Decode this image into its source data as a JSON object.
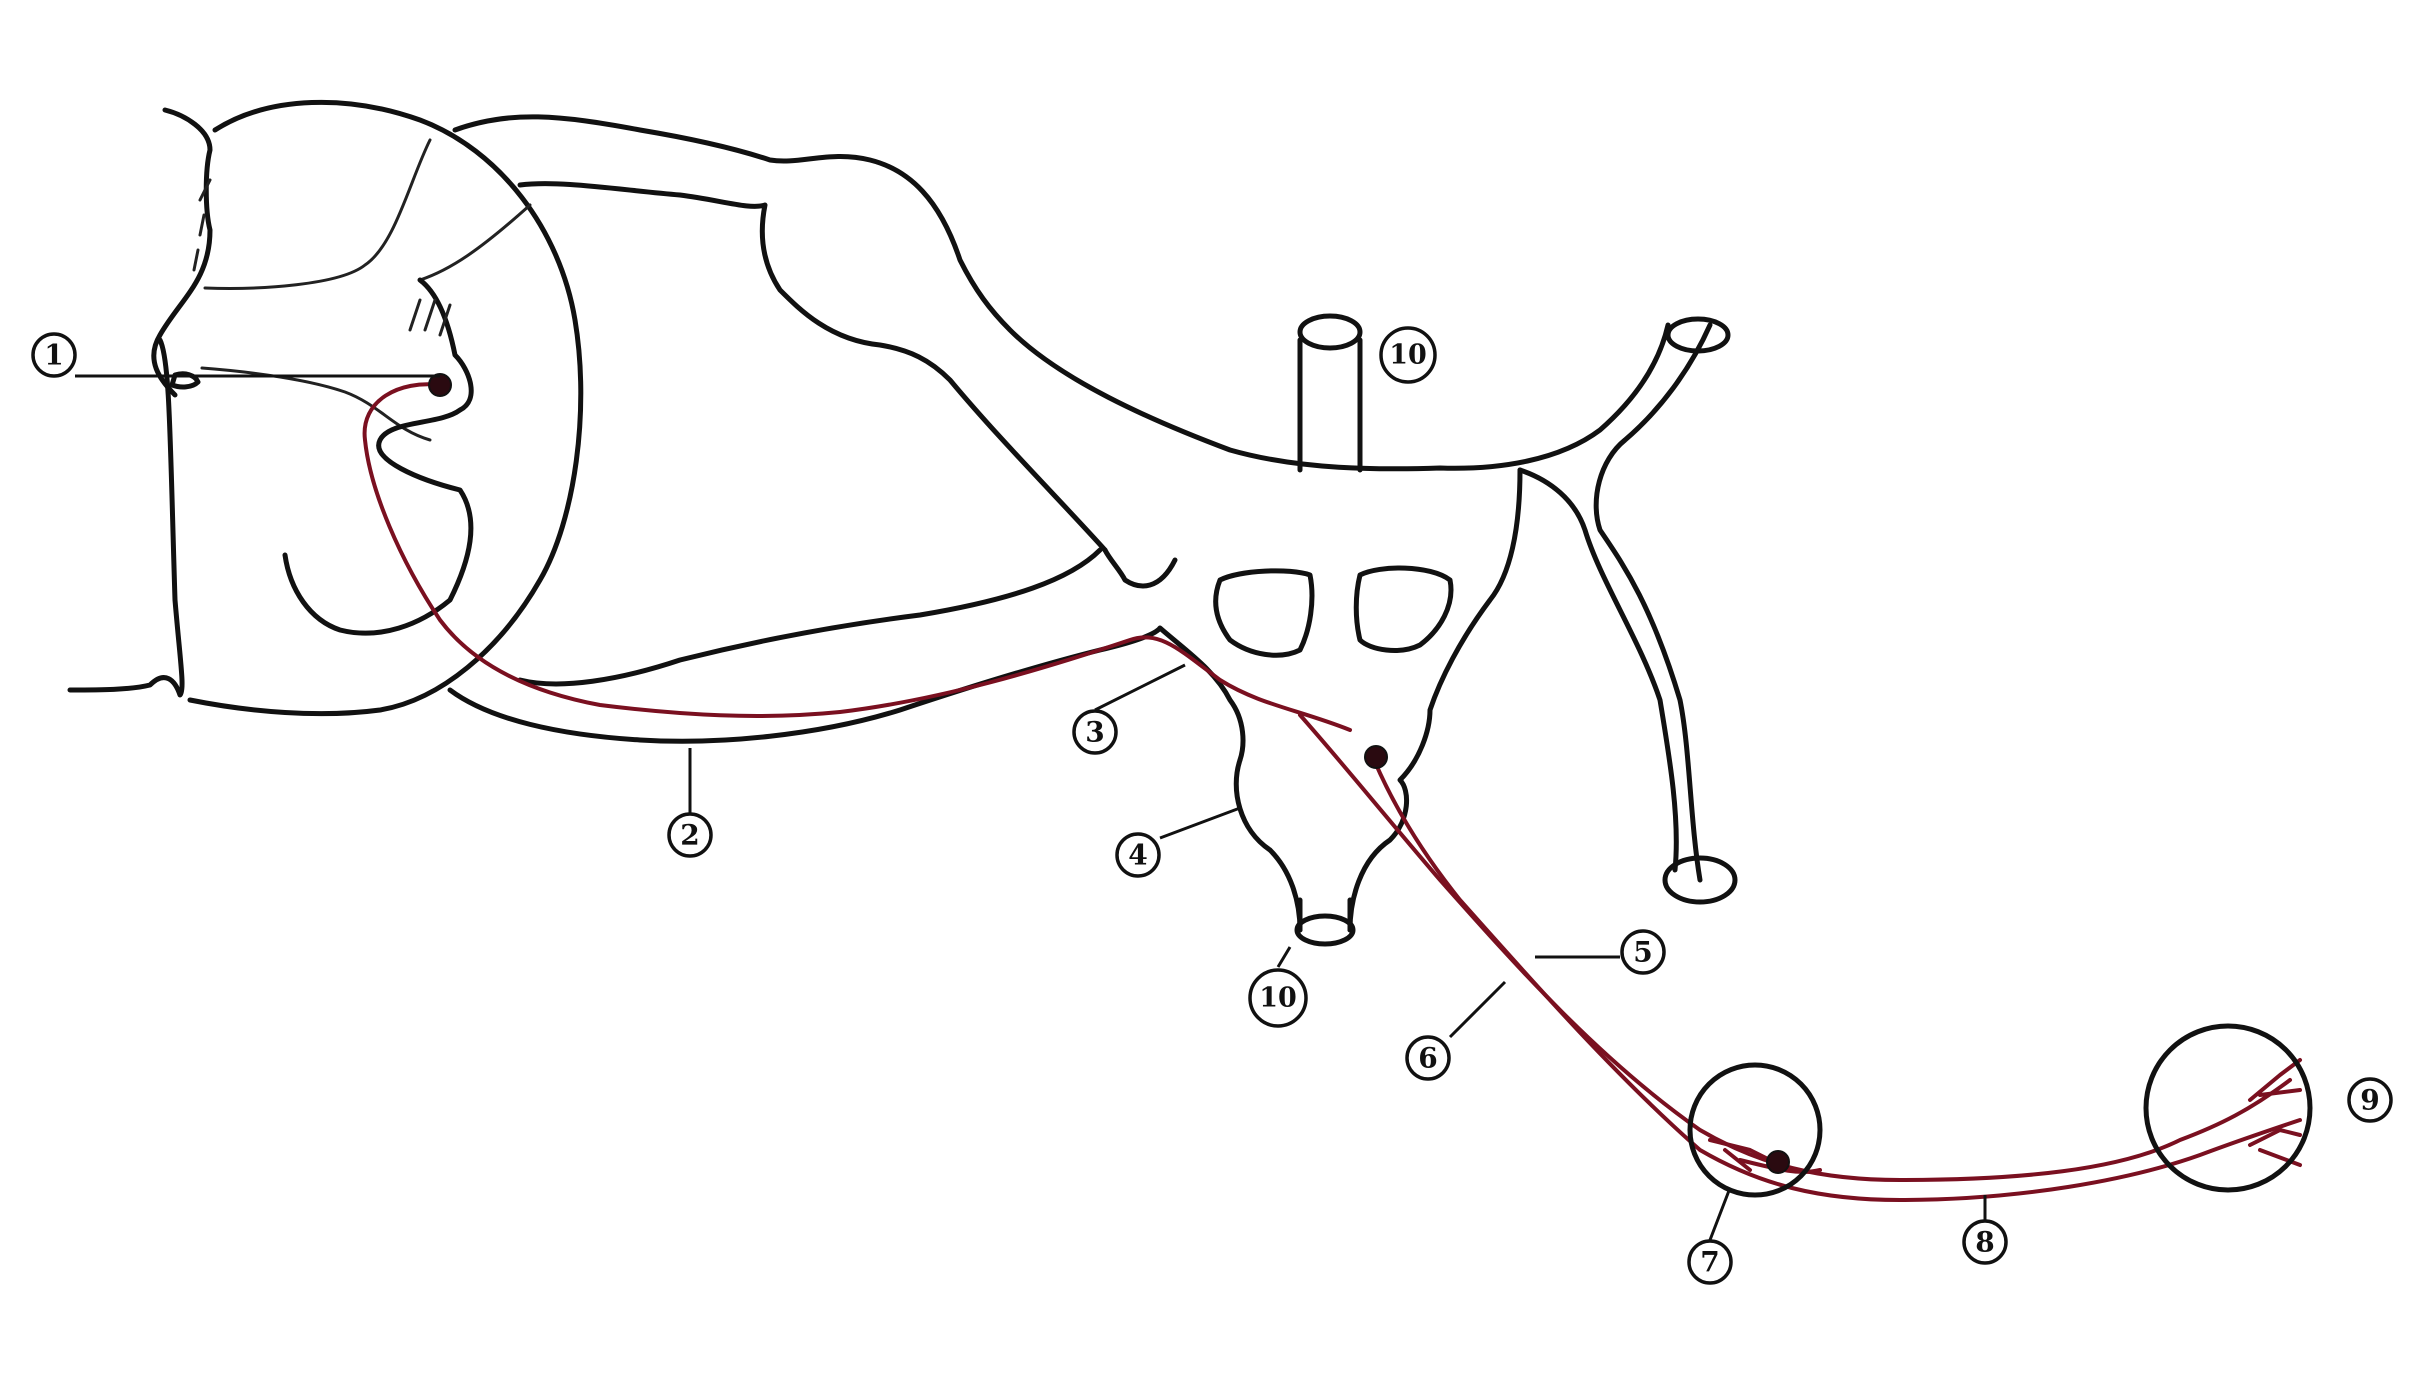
{
  "labels": {
    "l1": "1",
    "l2": "2",
    "l3": "3",
    "l4": "4",
    "l5": "5",
    "l6": "6",
    "l7": "7",
    "l8": "8",
    "l9": "9",
    "l10a": "10",
    "l10b": "10"
  },
  "colors": {
    "outline": "#111111",
    "fiber": "#7a1020"
  }
}
